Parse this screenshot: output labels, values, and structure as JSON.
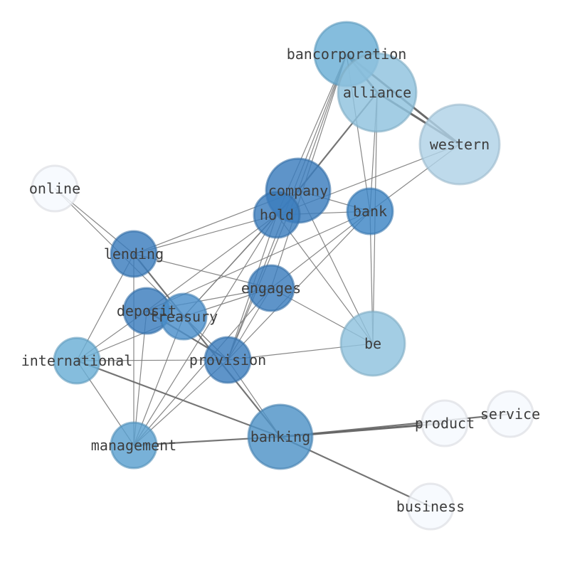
{
  "graph": {
    "nodes": [
      {
        "id": "bancorporation",
        "label": "bancorporation",
        "color": "#6aaed6"
      },
      {
        "id": "alliance",
        "label": "alliance",
        "color": "#8fc2de"
      },
      {
        "id": "western",
        "label": "western",
        "color": "#b0d2e7"
      },
      {
        "id": "company",
        "label": "company",
        "color": "#3a7dbd"
      },
      {
        "id": "hold",
        "label": "hold",
        "color": "#3a7dbd"
      },
      {
        "id": "bank",
        "label": "bank",
        "color": "#3d85c5"
      },
      {
        "id": "online",
        "label": "online",
        "color": "#f5f9fe"
      },
      {
        "id": "lending",
        "label": "lending",
        "color": "#3a7dbd"
      },
      {
        "id": "engages",
        "label": "engages",
        "color": "#3a7dbd"
      },
      {
        "id": "deposit",
        "label": "deposit",
        "color": "#3a7dbd"
      },
      {
        "id": "treasury",
        "label": "treasury",
        "color": "#4a8fca"
      },
      {
        "id": "be",
        "label": "be",
        "color": "#8fc2de"
      },
      {
        "id": "international",
        "label": "international",
        "color": "#6aaed6"
      },
      {
        "id": "provision",
        "label": "provision",
        "color": "#3a7dbd"
      },
      {
        "id": "banking",
        "label": "banking",
        "color": "#4e93c7"
      },
      {
        "id": "management",
        "label": "management",
        "color": "#5aa0d0"
      },
      {
        "id": "product",
        "label": "product",
        "color": "#f5f9fe"
      },
      {
        "id": "service",
        "label": "service",
        "color": "#f5f9fe"
      },
      {
        "id": "business",
        "label": "business",
        "color": "#f5f9fe"
      }
    ],
    "edges": [
      [
        "bancorporation",
        "alliance",
        3
      ],
      [
        "bancorporation",
        "western",
        3
      ],
      [
        "alliance",
        "western",
        3
      ],
      [
        "company",
        "alliance",
        2
      ],
      [
        "company",
        "bancorporation",
        1
      ],
      [
        "hold",
        "bancorporation",
        1
      ],
      [
        "engages",
        "bancorporation",
        1
      ],
      [
        "provision",
        "bancorporation",
        1
      ],
      [
        "bank",
        "bancorporation",
        1
      ],
      [
        "bank",
        "alliance",
        1
      ],
      [
        "be",
        "alliance",
        1
      ],
      [
        "hold",
        "western",
        1
      ],
      [
        "bank",
        "western",
        1
      ],
      [
        "company",
        "hold",
        2
      ],
      [
        "company",
        "bank",
        1
      ],
      [
        "company",
        "lending",
        1
      ],
      [
        "company",
        "treasury",
        1
      ],
      [
        "company",
        "provision",
        1
      ],
      [
        "company",
        "be",
        1
      ],
      [
        "hold",
        "bank",
        1
      ],
      [
        "hold",
        "lending",
        1
      ],
      [
        "hold",
        "deposit",
        1
      ],
      [
        "hold",
        "treasury",
        1
      ],
      [
        "hold",
        "provision",
        1
      ],
      [
        "hold",
        "management",
        1
      ],
      [
        "hold",
        "be",
        1
      ],
      [
        "bank",
        "deposit",
        1
      ],
      [
        "bank",
        "engages",
        1
      ],
      [
        "bank",
        "provision",
        1
      ],
      [
        "bank",
        "be",
        1
      ],
      [
        "online",
        "provision",
        1
      ],
      [
        "online",
        "lending",
        1
      ],
      [
        "lending",
        "engages",
        1
      ],
      [
        "lending",
        "international",
        1
      ],
      [
        "lending",
        "management",
        1
      ],
      [
        "lending",
        "banking",
        2
      ],
      [
        "deposit",
        "engages",
        1
      ],
      [
        "deposit",
        "management",
        1
      ],
      [
        "deposit",
        "international",
        1
      ],
      [
        "deposit",
        "provision",
        2
      ],
      [
        "treasury",
        "engages",
        1
      ],
      [
        "treasury",
        "provision",
        1
      ],
      [
        "treasury",
        "management",
        1
      ],
      [
        "engages",
        "be",
        1
      ],
      [
        "engages",
        "provision",
        1
      ],
      [
        "engages",
        "management",
        1
      ],
      [
        "international",
        "provision",
        1
      ],
      [
        "international",
        "banking",
        2
      ],
      [
        "international",
        "management",
        1
      ],
      [
        "international",
        "treasury",
        1
      ],
      [
        "provision",
        "be",
        1
      ],
      [
        "provision",
        "management",
        1
      ],
      [
        "provision",
        "banking",
        1
      ],
      [
        "banking",
        "management",
        2
      ],
      [
        "banking",
        "product",
        3
      ],
      [
        "banking",
        "service",
        2
      ],
      [
        "banking",
        "business",
        2
      ]
    ]
  }
}
